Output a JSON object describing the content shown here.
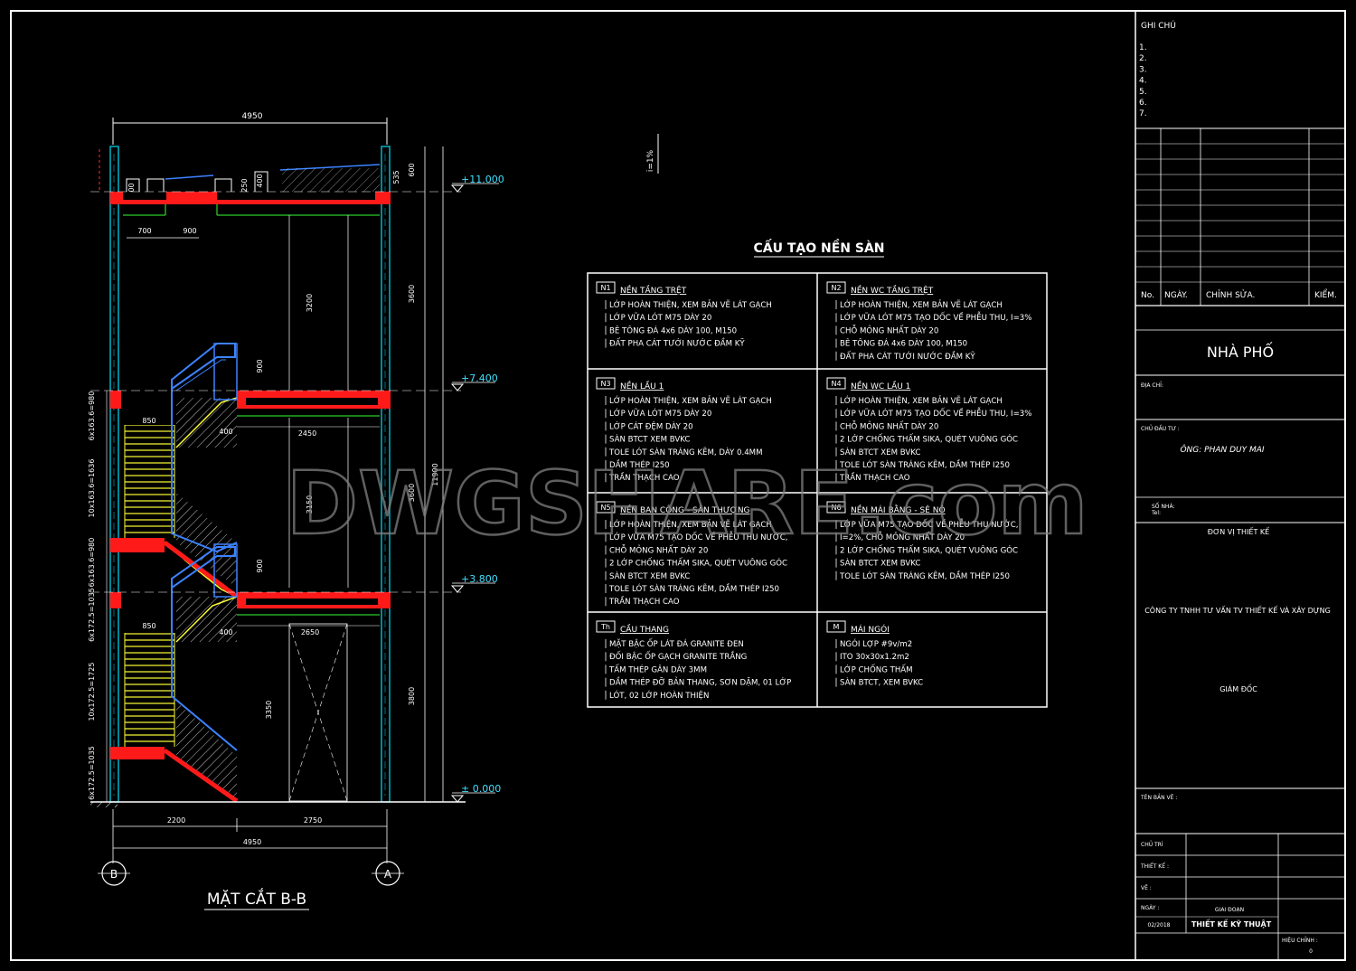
{
  "drawing": {
    "section_title": "MẶT CẮT B-B",
    "axis_left": "B",
    "axis_right": "A",
    "dim_top": "4950",
    "dim_bottom_total": "4950",
    "dim_bottom_left": "2200",
    "dim_bottom_right": "2750",
    "dim_700": "700",
    "dim_900": "900",
    "dim_rail_200": "200",
    "dim_rail_250": "250",
    "dim_rail_400": "400",
    "dim_535": "535",
    "dim_600": "600",
    "dim_3600_top": "3600",
    "dim_3600_mid": "3600",
    "dim_3800_bot": "3800",
    "dim_11900": "11900",
    "dim_3200": "3200",
    "dim_3150": "3150",
    "dim_3350": "3350",
    "dim_900_rail": "900",
    "dim_900_rail2": "900",
    "dim_2450": "2450",
    "dim_2650": "2650",
    "dim_850_a": "850",
    "dim_850_b": "850",
    "dim_400_a": "400",
    "dim_400_b": "400",
    "stair_1": "6x163.6=980",
    "stair_2": "10x163.6=1636",
    "stair_3": "6x163.6=980",
    "stair_4": "6x172.5=1035",
    "stair_5": "10x172.5=1725",
    "stair_6": "6x172.5=1035",
    "level_top": "+11.000",
    "level_2": "+7.400",
    "level_1": "+3.800",
    "level_0": "± 0.000",
    "slope": "i=1%"
  },
  "watermark": "DWGSHARE.com",
  "legend": {
    "title": "CẤU TẠO NỀN SÀN",
    "cells": [
      {
        "code": "N1",
        "title": "NỀN TẦNG TRỆT",
        "lines": [
          "LỚP HOÀN THIỆN, XEM BẢN VẼ LÁT GẠCH",
          "LỚP VỮA LÓT M75 DÀY 20",
          "BÊ TÔNG ĐÁ 4x6 DÀY 100, M150",
          "ĐẤT PHA CÁT TƯỚI NƯỚC ĐẦM KỸ"
        ]
      },
      {
        "code": "N2",
        "title": "NỀN WC TẦNG TRỆT",
        "lines": [
          "LỚP HOÀN THIỆN, XEM BẢN VẼ LÁT GẠCH",
          "LỚP VỮA LÓT M75 TẠO DỐC VỀ PHỄU THU, I=3%",
          "CHỖ MỎNG NHẤT DÀY 20",
          "BÊ TÔNG ĐÁ 4x6 DÀY 100, M150",
          "ĐẤT PHA CÁT TƯỚI NƯỚC ĐẦM KỸ"
        ]
      },
      {
        "code": "N3",
        "title": "NỀN LẦU 1",
        "lines": [
          "LỚP HOÀN THIỆN, XEM BẢN VẼ LÁT GẠCH",
          "LỚP VỮA LÓT M75 DÀY 20",
          "LỚP CÁT ĐỆM DÀY 20",
          "SÀN BTCT XEM BVKC",
          "TOLE LÓT SÀN TRÁNG KẼM, DÀY 0.4MM",
          "DẦM THÉP I250",
          "TRẦN THẠCH CAO"
        ]
      },
      {
        "code": "N4",
        "title": "NỀN WC LẦU 1",
        "lines": [
          "LỚP HOÀN THIỆN, XEM BẢN VẼ LÁT GẠCH",
          "LỚP VỮA LÓT M75 TẠO DỐC VỀ PHỄU THU, I=3%",
          "CHỖ MỎNG NHẤT DÀY 20",
          "2 LỚP CHỐNG THẤM SIKA, QUÉT VUÔNG GÓC",
          "SÀN BTCT XEM BVKC",
          "TOLE LÓT SÀN TRÁNG KẼM, DẦM THÉP I250",
          "TRẦN THẠCH CAO"
        ]
      },
      {
        "code": "N5",
        "title": "NỀN BAN CÔNG - SÂN THƯỢNG",
        "lines": [
          "LỚP HOÀN THIỆN, XEM BẢN VẼ LÁT GẠCH",
          "LỚP VỮA M75 TẠO DỐC VỀ PHỄU THU NƯỚC,",
          "CHỖ MỎNG NHẤT DÀY 20",
          "2 LỚP CHỐNG THẤM SIKA, QUÉT VUÔNG GÓC",
          "SÀN BTCT XEM BVKC",
          "TOLE LÓT SÀN TRÁNG KẼM, DẦM THÉP I250",
          "TRẦN THẠCH CAO"
        ]
      },
      {
        "code": "N6",
        "title": "NỀN MÁI BẰNG - SÊ NÔ",
        "lines": [
          "LỚP VỮA M75 TẠO DỐC VỀ PHỄU THU NƯỚC,",
          "I=2%, CHỖ MỎNG NHẤT DÀY 20",
          "2 LỚP CHỐNG THẤM SIKA, QUÉT VUÔNG GÓC",
          "SÀN BTCT XEM BVKC",
          "TOLE LÓT SÀN TRÁNG KẼM, DẦM THÉP I250"
        ]
      },
      {
        "code": "Th",
        "title": "CẦU THANG",
        "lines": [
          "MẶT BẬC ỐP LÁT ĐÁ GRANITE ĐEN",
          "ĐỐI BẬC ỐP GẠCH GRANITE TRẮNG",
          "TẤM THÉP GÂN DÀY 3MM",
          "DẦM THÉP ĐỠ BẢN THANG, SƠN DẶM, 01 LỚP",
          "LÓT, 02 LỚP HOÀN THIỆN"
        ]
      },
      {
        "code": "M",
        "title": "MÁI NGÓI",
        "lines": [
          "NGÓI LỢP #9v/m2",
          "ITO 30x30x1.2m2",
          "LỚP CHỐNG THẤM",
          "SÀN BTCT, XEM BVKC"
        ]
      }
    ]
  },
  "title_block": {
    "notes_label": "GHI CHÚ",
    "note_numbers": [
      "1.",
      "2.",
      "3.",
      "4.",
      "5.",
      "6.",
      "7."
    ],
    "rev_no": "No.",
    "rev_date": "NGÀY.",
    "rev_change": "CHỈNH SỬA.",
    "rev_check": "KIỂM.",
    "project": "NHÀ PHỐ",
    "address_label": "ĐỊA CHỈ:",
    "owner_label": "CHỦ ĐẦU TƯ :",
    "owner_name": "ÔNG: PHAN DUY MAI",
    "phone_label": "SỐ NHÀ:",
    "phone_sub": "Tel:",
    "design_unit_label": "ĐƠN VỊ THIẾT KẾ",
    "company": "CÔNG TY TNHH TƯ VẤN TV THIẾT KẾ VÀ XÂY DỰNG",
    "director": "GIÁM ĐỐC",
    "sheet_name_label": "TÊN BẢN VẼ :",
    "chu_tri": "CHỦ TRÌ",
    "thiet_ke": "THIẾT KẾ :",
    "ve": "VẼ :",
    "ngay": "NGÀY :",
    "giai_doan": "GIAI ĐOẠN",
    "date_value": "02/2018",
    "phase_value": "THIẾT KẾ KỸ THUẬT",
    "sheet_no_label": "HIỆU CHỈNH :",
    "sheet_no_value": "0"
  },
  "colors": {
    "background": "#000000",
    "frame": "#ffffff",
    "wall": "#00b4c8",
    "slab": "#ff1a1a",
    "stair": "#ffff33",
    "rail": "#3c82ff",
    "floor_line": "#33ff33"
  }
}
